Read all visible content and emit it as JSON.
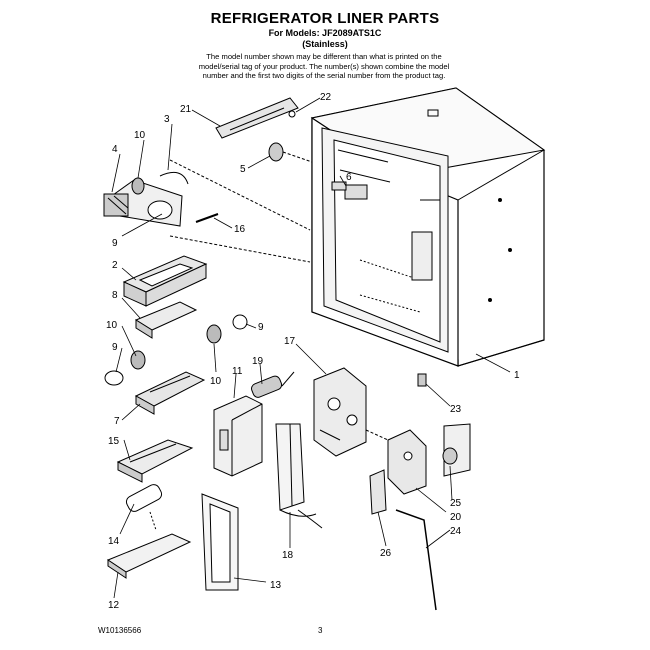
{
  "header": {
    "title": "REFRIGERATOR LINER PARTS",
    "models": "For Models: JF2089ATS1C",
    "variant": "(Stainless)",
    "note": "The model number shown may be different than what is printed on the model/serial tag of your product. The number(s) shown combine the model number and the first two digits of the serial number from the product tag."
  },
  "callouts": [
    {
      "id": "21",
      "label": "21"
    },
    {
      "id": "22",
      "label": "22"
    },
    {
      "id": "3",
      "label": "3"
    },
    {
      "id": "10a",
      "label": "10"
    },
    {
      "id": "4",
      "label": "4"
    },
    {
      "id": "5",
      "label": "5"
    },
    {
      "id": "6",
      "label": "6"
    },
    {
      "id": "16",
      "label": "16"
    },
    {
      "id": "9a",
      "label": "9"
    },
    {
      "id": "2",
      "label": "2"
    },
    {
      "id": "8",
      "label": "8"
    },
    {
      "id": "10b",
      "label": "10"
    },
    {
      "id": "9b",
      "label": "9"
    },
    {
      "id": "9c",
      "label": "9"
    },
    {
      "id": "10c",
      "label": "10"
    },
    {
      "id": "11",
      "label": "11"
    },
    {
      "id": "19",
      "label": "19"
    },
    {
      "id": "17",
      "label": "17"
    },
    {
      "id": "1",
      "label": "1"
    },
    {
      "id": "7",
      "label": "7"
    },
    {
      "id": "23",
      "label": "23"
    },
    {
      "id": "15",
      "label": "15"
    },
    {
      "id": "25",
      "label": "25"
    },
    {
      "id": "20",
      "label": "20"
    },
    {
      "id": "14",
      "label": "14"
    },
    {
      "id": "26",
      "label": "26"
    },
    {
      "id": "24",
      "label": "24"
    },
    {
      "id": "18",
      "label": "18"
    },
    {
      "id": "13",
      "label": "13"
    },
    {
      "id": "12",
      "label": "12"
    }
  ],
  "footer": {
    "doc_number": "W10136566",
    "page": "3"
  }
}
